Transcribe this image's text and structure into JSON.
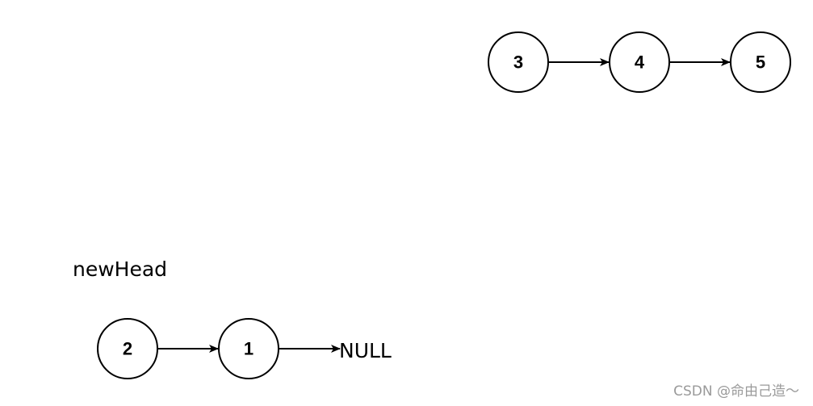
{
  "lists": [
    {
      "nodes": [
        "3",
        "4",
        "5"
      ],
      "terminal": ""
    },
    {
      "head_label": "newHead",
      "nodes": [
        "2",
        "1"
      ],
      "terminal": "NULL"
    }
  ],
  "watermark": "CSDN @命由己造～",
  "colors": {
    "stroke": "#000000",
    "background": "#ffffff",
    "watermark": "#9a9a9a"
  }
}
